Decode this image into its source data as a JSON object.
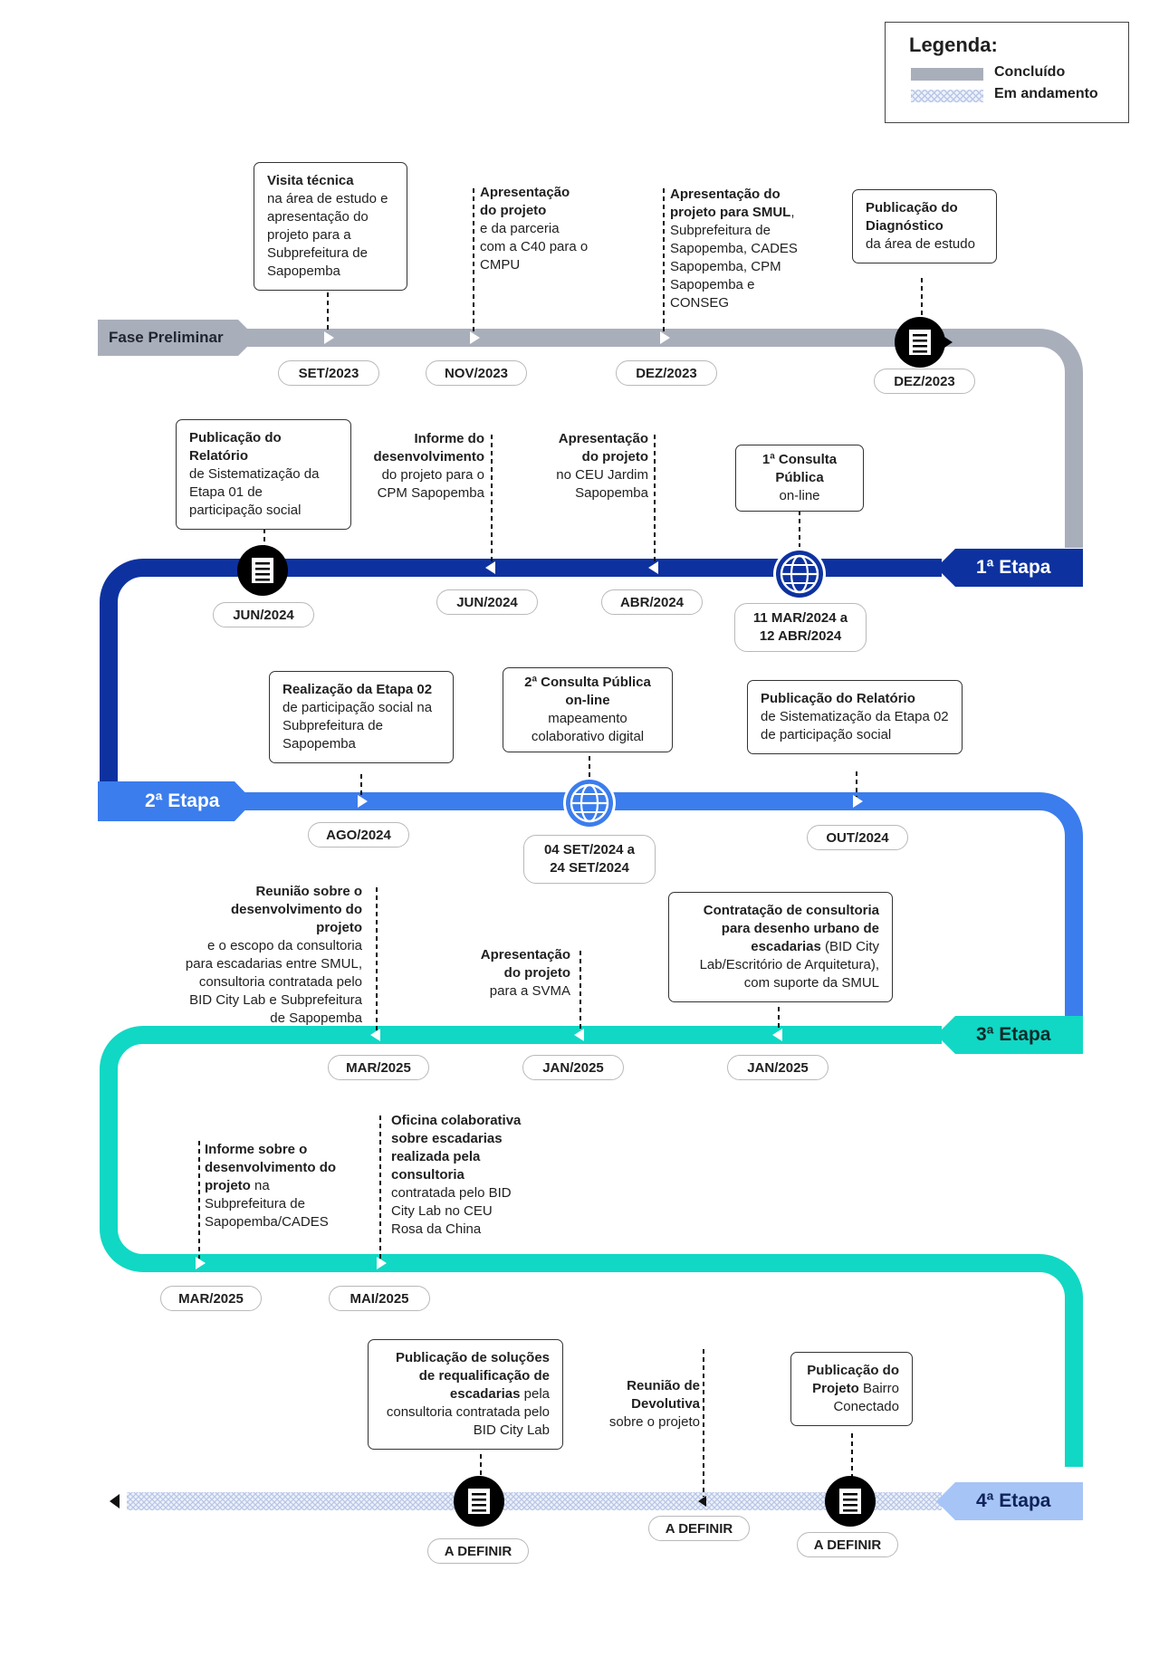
{
  "legend": {
    "title": "Legenda:",
    "done": "Concluído",
    "ongoing": "Em andamento"
  },
  "colors": {
    "preliminar": "#a9aebb",
    "etapa1": "#0d32a0",
    "etapa2": "#3b7ded",
    "etapa3": "#10d8c4",
    "etapa4": "#a6c4f6"
  },
  "stages": {
    "preliminar": "Fase Preliminar",
    "etapa1": "1ª Etapa",
    "etapa2": "2ª Etapa",
    "etapa3": "3ª Etapa",
    "etapa4": "4ª Etapa"
  },
  "dates": {
    "set2023": "SET/2023",
    "nov2023": "NOV/2023",
    "dez2023a": "DEZ/2023",
    "dez2023b": "DEZ/2023",
    "jun2024a": "JUN/2024",
    "jun2024b": "JUN/2024",
    "abr2024": "ABR/2024",
    "mar2024_l1": "11 MAR/2024 a",
    "mar2024_l2": "12 ABR/2024",
    "ago2024": "AGO/2024",
    "set2024_l1": "04 SET/2024 a",
    "set2024_l2": "24 SET/2024",
    "out2024": "OUT/2024",
    "mar2025a": "MAR/2025",
    "jan2025a": "JAN/2025",
    "jan2025b": "JAN/2025",
    "mar2025b": "MAR/2025",
    "mai2025": "MAI/2025",
    "def1": "A DEFINIR",
    "def2": "A DEFINIR",
    "def3": "A DEFINIR"
  },
  "events": {
    "visita": {
      "b": "Visita técnica",
      "t": "na área de estudo e apresentação do projeto para a Subprefeitura de Sapopemba"
    },
    "c40": {
      "b": "Apresentação do projeto",
      "t": "e da parceria com a C40 para o CMPU"
    },
    "smul": {
      "b": "Apresentação do projeto para SMUL",
      "t": ", Subprefeitura de Sapopemba,  CADES Sapopemba, CPM Sapopemba e CONSEG"
    },
    "diag": {
      "b": "Publicação do Diagnóstico",
      "t": "da área de estudo"
    },
    "rel1": {
      "b": "Publicação do Relatório",
      "t": "de Sistematização da Etapa 01 de participação social"
    },
    "informe1": {
      "b": "Informe do desenvolvimento",
      "t": "do projeto para o CPM Sapopemba"
    },
    "ceu": {
      "b": "Apresentação do projeto",
      "t": "no CEU Jardim Sapopemba"
    },
    "consulta1": {
      "b": "1ª Consulta Pública",
      "t": "on-line"
    },
    "etapa02": {
      "b": "Realização da Etapa 02",
      "t": "de participação social na Subprefeitura de Sapopemba"
    },
    "consulta2": {
      "b": "2ª Consulta Pública on-line",
      "t": "mapeamento colaborativo digital"
    },
    "rel2": {
      "b": "Publicação do Relatório",
      "t": "de Sistematização da Etapa 02 de participação social"
    },
    "reuniao": {
      "b": "Reunião sobre o desenvolvimento do projeto",
      "t": "e o escopo da consultoria para escadarias entre SMUL, consultoria contratada pelo BID City Lab e Subprefeitura de Sapopemba"
    },
    "svma": {
      "b": "Apresentação do projeto",
      "t": "para a SVMA"
    },
    "contrat": {
      "b": "Contratação de consultoria para desenho urbano de escadarias",
      "t": " (BID  City Lab/Escritório de Arquitetura), com suporte da SMUL"
    },
    "informe2": {
      "b": "Informe sobre o desenvolvimento do projeto",
      "t": " na Subprefeitura de Sapopemba/CADES"
    },
    "oficina": {
      "b": "Oficina colaborativa sobre escadarias realizada pela consultoria",
      "t": "contratada pelo BID City Lab no CEU Rosa da China"
    },
    "solucoes": {
      "b": "Publicação de soluções de requalificação de escadarias",
      "t": " pela consultoria contratada pelo BID City Lab"
    },
    "devolutiva": {
      "b": "Reunião de Devolutiva",
      "t": "sobre o projeto"
    },
    "bairro": {
      "b": "Publicação do Projeto",
      "t": " Bairro Conectado"
    }
  }
}
